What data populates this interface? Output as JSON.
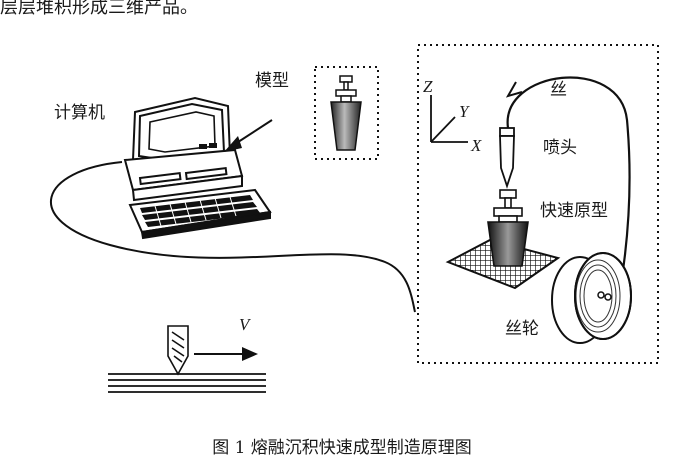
{
  "top_text": "层层堆积形成三维产品。",
  "labels": {
    "computer": "计算机",
    "model": "模型",
    "filament": "丝",
    "nozzle": "喷头",
    "prototype": "快速原型",
    "spool": "丝轮"
  },
  "axes": {
    "z": "Z",
    "y": "Y",
    "x": "X",
    "v": "V"
  },
  "caption": "图 1 熔融沉积快速成型制造原理图"
}
